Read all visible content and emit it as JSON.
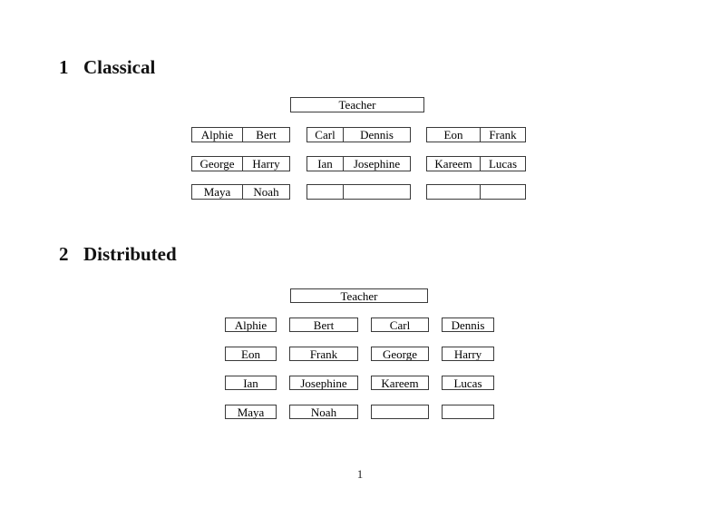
{
  "classical": {
    "heading_number": "1",
    "heading_title": "Classical",
    "teacher": "Teacher",
    "desk_rows": [
      [
        [
          "Alphie",
          "Bert"
        ],
        [
          "Carl",
          "Dennis"
        ],
        [
          "Eon",
          "Frank"
        ]
      ],
      [
        [
          "George",
          "Harry"
        ],
        [
          "Ian",
          "Josephine"
        ],
        [
          "Kareem",
          "Lucas"
        ]
      ],
      [
        [
          "Maya",
          "Noah"
        ],
        [
          "",
          ""
        ],
        [
          "",
          ""
        ]
      ]
    ]
  },
  "distributed": {
    "heading_number": "2",
    "heading_title": "Distributed",
    "teacher": "Teacher",
    "seat_rows": [
      [
        "Alphie",
        "Bert",
        "Carl",
        "Dennis"
      ],
      [
        "Eon",
        "Frank",
        "George",
        "Harry"
      ],
      [
        "Ian",
        "Josephine",
        "Kareem",
        "Lucas"
      ],
      [
        "Maya",
        "Noah",
        "",
        ""
      ]
    ]
  },
  "footer": {
    "page_number": "1"
  }
}
